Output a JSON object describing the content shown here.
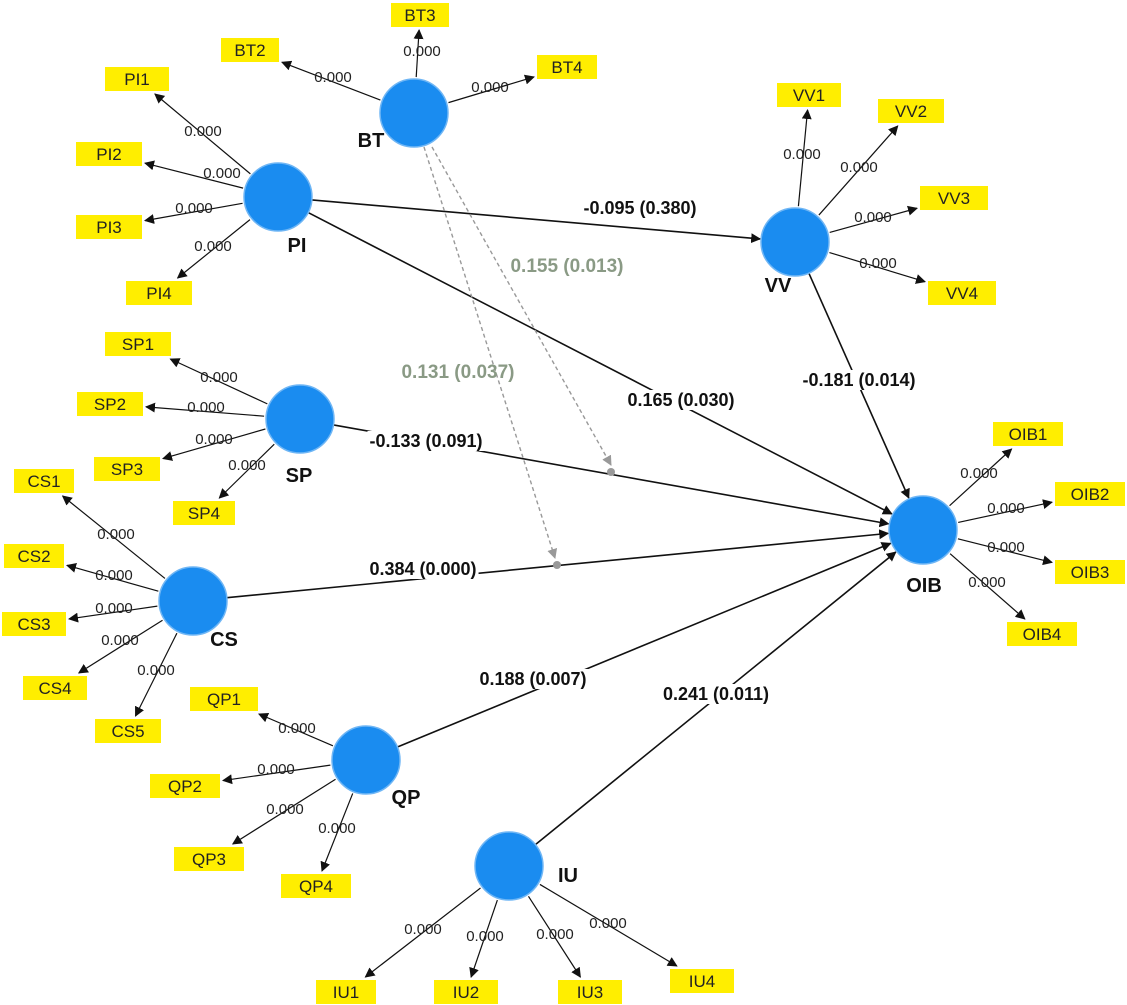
{
  "colors": {
    "construct": "#1a8cf0",
    "construct_stroke": "#6fb6f5",
    "indicator": "#ffee00",
    "moderator_line": "#999999",
    "moderator_text": "#8a9a85"
  },
  "constructs": [
    {
      "id": "BT",
      "label": "BT"
    },
    {
      "id": "PI",
      "label": "PI"
    },
    {
      "id": "VV",
      "label": "VV"
    },
    {
      "id": "SP",
      "label": "SP"
    },
    {
      "id": "CS",
      "label": "CS"
    },
    {
      "id": "OIB",
      "label": "OIB"
    },
    {
      "id": "QP",
      "label": "QP"
    },
    {
      "id": "IU",
      "label": "IU"
    }
  ],
  "indicators": [
    {
      "id": "BT2",
      "label": "BT2",
      "construct": "BT",
      "loading": "0.000"
    },
    {
      "id": "BT3",
      "label": "BT3",
      "construct": "BT",
      "loading": "0.000"
    },
    {
      "id": "BT4",
      "label": "BT4",
      "construct": "BT",
      "loading": "0.000"
    },
    {
      "id": "PI1",
      "label": "PI1",
      "construct": "PI",
      "loading": "0.000"
    },
    {
      "id": "PI2",
      "label": "PI2",
      "construct": "PI",
      "loading": "0.000"
    },
    {
      "id": "PI3",
      "label": "PI3",
      "construct": "PI",
      "loading": "0.000"
    },
    {
      "id": "PI4",
      "label": "PI4",
      "construct": "PI",
      "loading": "0.000"
    },
    {
      "id": "VV1",
      "label": "VV1",
      "construct": "VV",
      "loading": "0.000"
    },
    {
      "id": "VV2",
      "label": "VV2",
      "construct": "VV",
      "loading": "0.000"
    },
    {
      "id": "VV3",
      "label": "VV3",
      "construct": "VV",
      "loading": "0.000"
    },
    {
      "id": "VV4",
      "label": "VV4",
      "construct": "VV",
      "loading": "0.000"
    },
    {
      "id": "SP1",
      "label": "SP1",
      "construct": "SP",
      "loading": "0.000"
    },
    {
      "id": "SP2",
      "label": "SP2",
      "construct": "SP",
      "loading": "0.000"
    },
    {
      "id": "SP3",
      "label": "SP3",
      "construct": "SP",
      "loading": "0.000"
    },
    {
      "id": "SP4",
      "label": "SP4",
      "construct": "SP",
      "loading": "0.000"
    },
    {
      "id": "CS1",
      "label": "CS1",
      "construct": "CS",
      "loading": "0.000"
    },
    {
      "id": "CS2",
      "label": "CS2",
      "construct": "CS",
      "loading": "0.000"
    },
    {
      "id": "CS3",
      "label": "CS3",
      "construct": "CS",
      "loading": "0.000"
    },
    {
      "id": "CS4",
      "label": "CS4",
      "construct": "CS",
      "loading": "0.000"
    },
    {
      "id": "CS5",
      "label": "CS5",
      "construct": "CS",
      "loading": "0.000"
    },
    {
      "id": "OIB1",
      "label": "OIB1",
      "construct": "OIB",
      "loading": "0.000"
    },
    {
      "id": "OIB2",
      "label": "OIB2",
      "construct": "OIB",
      "loading": "0.000"
    },
    {
      "id": "OIB3",
      "label": "OIB3",
      "construct": "OIB",
      "loading": "0.000"
    },
    {
      "id": "OIB4",
      "label": "OIB4",
      "construct": "OIB",
      "loading": "0.000"
    },
    {
      "id": "QP1",
      "label": "QP1",
      "construct": "QP",
      "loading": "0.000"
    },
    {
      "id": "QP2",
      "label": "QP2",
      "construct": "QP",
      "loading": "0.000"
    },
    {
      "id": "QP3",
      "label": "QP3",
      "construct": "QP",
      "loading": "0.000"
    },
    {
      "id": "QP4",
      "label": "QP4",
      "construct": "QP",
      "loading": "0.000"
    },
    {
      "id": "IU1",
      "label": "IU1",
      "construct": "IU",
      "loading": "0.000"
    },
    {
      "id": "IU2",
      "label": "IU2",
      "construct": "IU",
      "loading": "0.000"
    },
    {
      "id": "IU3",
      "label": "IU3",
      "construct": "IU",
      "loading": "0.000"
    },
    {
      "id": "IU4",
      "label": "IU4",
      "construct": "IU",
      "loading": "0.000"
    }
  ],
  "paths": [
    {
      "from": "PI",
      "to": "VV",
      "label": "-0.095 (0.380)"
    },
    {
      "from": "PI",
      "to": "OIB",
      "label": "0.165 (0.030)"
    },
    {
      "from": "VV",
      "to": "OIB",
      "label": "-0.181 (0.014)"
    },
    {
      "from": "SP",
      "to": "OIB",
      "label": "-0.133 (0.091)"
    },
    {
      "from": "CS",
      "to": "OIB",
      "label": "0.384 (0.000)"
    },
    {
      "from": "QP",
      "to": "OIB",
      "label": "0.188 (0.007)"
    },
    {
      "from": "IU",
      "to": "OIB",
      "label": "0.241 (0.011)"
    }
  ],
  "moderations": [
    {
      "moderator": "BT",
      "on_path": "SP-OIB",
      "label": "0.155 (0.013)"
    },
    {
      "moderator": "BT",
      "on_path": "CS-OIB",
      "label": "0.131 (0.037)"
    }
  ]
}
